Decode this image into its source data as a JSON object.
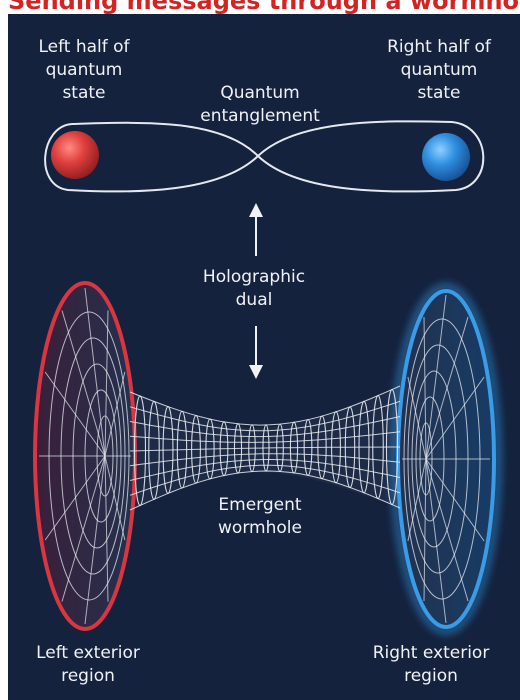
{
  "headline": "Sending messages through a wormhole",
  "labels": {
    "left_half": "Left half of\nquantum\nstate",
    "right_half": "Right half of\nquantum\nstate",
    "entanglement": "Quantum\nentanglement",
    "holographic_dual": "Holographic\ndual",
    "wormhole": "Emergent\nwormhole",
    "left_exterior": "Left exterior\nregion",
    "right_exterior": "Right exterior\nregion"
  },
  "colors": {
    "background": "#14223d",
    "headline": "#d42323",
    "left_accent": "#d9363f",
    "right_accent": "#2f8fd6",
    "mesh": "#e8ecf2"
  }
}
